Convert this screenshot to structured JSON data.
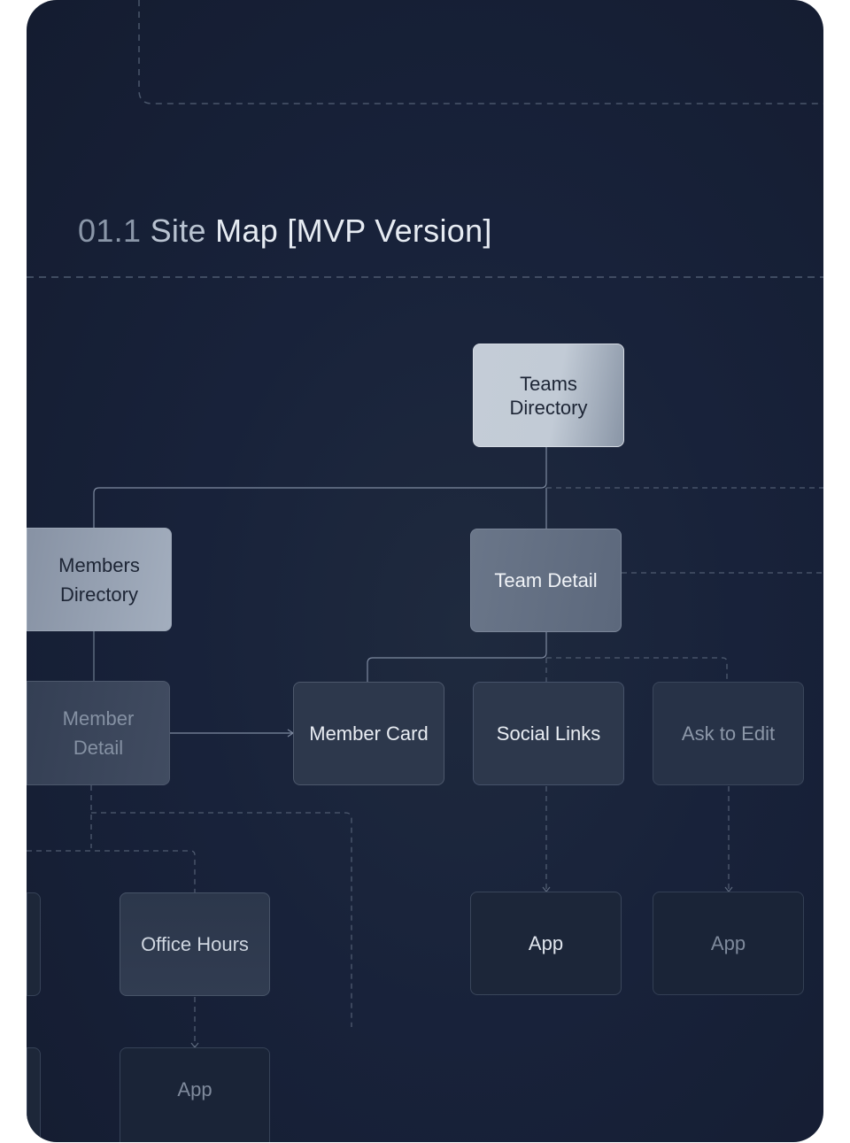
{
  "title": {
    "number": "01.1",
    "part1": "Site",
    "part2": "Map [MVP Version]"
  },
  "nodes": {
    "teams_directory": "Teams Directory",
    "members_directory": "Members Directory",
    "team_detail": "Team Detail",
    "member_detail": "Member Detail",
    "member_card": "Member Card",
    "social_links": "Social Links",
    "ask_to_edit": "Ask to Edit",
    "office_hours": "Office Hours",
    "app_social": "App",
    "app_ask": "App",
    "app_office": "App"
  },
  "colors": {
    "background": "#18223a",
    "solid_line": "#7e8aa0",
    "dashed_line": "#4f5b70"
  }
}
